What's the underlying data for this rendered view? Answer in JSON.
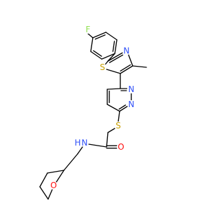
{
  "molecule": {
    "atoms": {
      "fluorine": "F",
      "thiazole_sulfur": "S",
      "thiazole_nitrogen": "N",
      "pyridazine_nitrogen_1": "N",
      "pyridazine_nitrogen_2": "N",
      "thioether_sulfur": "S",
      "amide_oxygen": "O",
      "amide_nitrogen": "N",
      "amide_hydrogen": "H",
      "oxolane_oxygen": "O"
    },
    "colors": {
      "bond": "#000000",
      "carbon": "#000000",
      "fluorine": "#90e050",
      "sulfur": "#c8a000",
      "nitrogen": "#3050f8",
      "oxygen": "#ff0d0d"
    }
  }
}
